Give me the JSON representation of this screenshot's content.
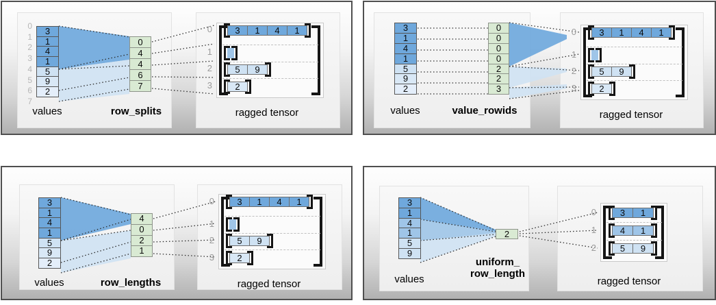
{
  "palette": {
    "dark_blue": "#6fa8dc",
    "mid_blue": "#9fc5e8",
    "light_blue": "#cfe2f3",
    "lighter_blue": "#e4eefa",
    "param_green": "#d9ead3"
  },
  "panels": {
    "row_splits": {
      "values_label": "values",
      "method_label": "row_splits",
      "tensor_label": "ragged tensor",
      "value_indices": [
        "0",
        "1",
        "2",
        "3",
        "4",
        "5",
        "6",
        "7"
      ],
      "values": [
        "3",
        "1",
        "4",
        "1",
        "5",
        "9",
        "2"
      ],
      "params": [
        "0",
        "4",
        "4",
        "6",
        "7"
      ],
      "row_indices": [
        "0",
        "1",
        "2",
        "3"
      ],
      "rows": [
        [
          "3",
          "1",
          "4",
          "1"
        ],
        [],
        [
          "5",
          "9"
        ],
        [
          "2"
        ]
      ]
    },
    "value_rowids": {
      "values_label": "values",
      "method_label": "value_rowids",
      "tensor_label": "ragged tensor",
      "values": [
        "3",
        "1",
        "4",
        "1",
        "5",
        "9",
        "2"
      ],
      "params": [
        "0",
        "0",
        "0",
        "0",
        "2",
        "2",
        "3"
      ],
      "row_indices": [
        "0",
        "1",
        "2",
        "3"
      ],
      "rows": [
        [
          "3",
          "1",
          "4",
          "1"
        ],
        [],
        [
          "5",
          "9"
        ],
        [
          "2"
        ]
      ]
    },
    "row_lengths": {
      "values_label": "values",
      "method_label": "row_lengths",
      "tensor_label": "ragged tensor",
      "values": [
        "3",
        "1",
        "4",
        "1",
        "5",
        "9",
        "2"
      ],
      "params": [
        "4",
        "0",
        "2",
        "1"
      ],
      "row_indices": [
        "0",
        "1",
        "2",
        "3"
      ],
      "rows": [
        [
          "3",
          "1",
          "4",
          "1"
        ],
        [],
        [
          "5",
          "9"
        ],
        [
          "2"
        ]
      ]
    },
    "uniform_row_length": {
      "values_label": "values",
      "method_label_line1": "uniform_",
      "method_label_line2": "row_length",
      "tensor_label": "ragged tensor",
      "values": [
        "3",
        "1",
        "4",
        "1",
        "5",
        "9"
      ],
      "params": [
        "2"
      ],
      "row_indices": [
        "0",
        "1",
        "2"
      ],
      "rows": [
        [
          "3",
          "1"
        ],
        [
          "4",
          "1"
        ],
        [
          "5",
          "9"
        ]
      ]
    }
  }
}
